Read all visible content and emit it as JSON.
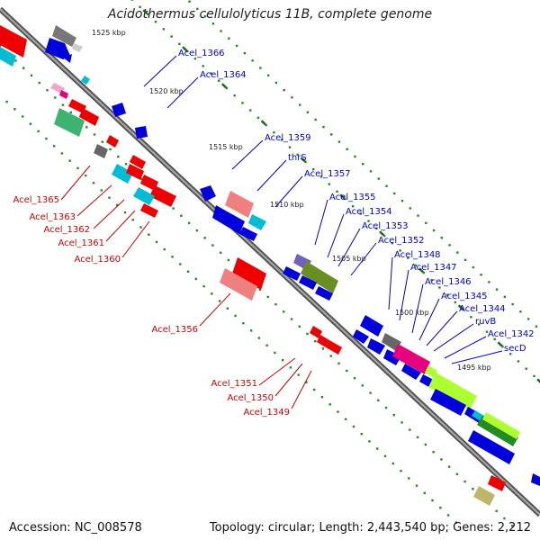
{
  "title": "Acidothermus cellulolyticus 11B, complete genome",
  "accession": "Accession: NC_008578",
  "summary": "Topology: circular; Length: 2,443,540 bp; Genes: 2,212",
  "colors": {
    "forward": "#0000ee",
    "reverse": "#ee0000",
    "backbone": "#888888",
    "leader": "#0000cc",
    "leader_rev": "#cc0000",
    "dot": "#228b22"
  },
  "ticks": [
    "1525 kbp",
    "1520 kbp",
    "1515 kbp",
    "1510 kbp",
    "1505 kbp",
    "1500 kbp",
    "1495 kbp"
  ],
  "labels_forward": [
    "Acel_1366",
    "Acel_1364",
    "Acel_1359",
    "thrS",
    "Acel_1357",
    "Acel_1355",
    "Acel_1354",
    "Acel_1353",
    "Acel_1352",
    "Acel_1348",
    "Acel_1347",
    "Acel_1346",
    "Acel_1345",
    "Acel_1344",
    "ruvB",
    "Acel_1342",
    "secD"
  ],
  "labels_reverse": [
    "Acel_1365",
    "Acel_1363",
    "Acel_1362",
    "Acel_1361",
    "Acel_1360",
    "Acel_1356",
    "Acel_1351",
    "Acel_1350",
    "Acel_1349"
  ]
}
